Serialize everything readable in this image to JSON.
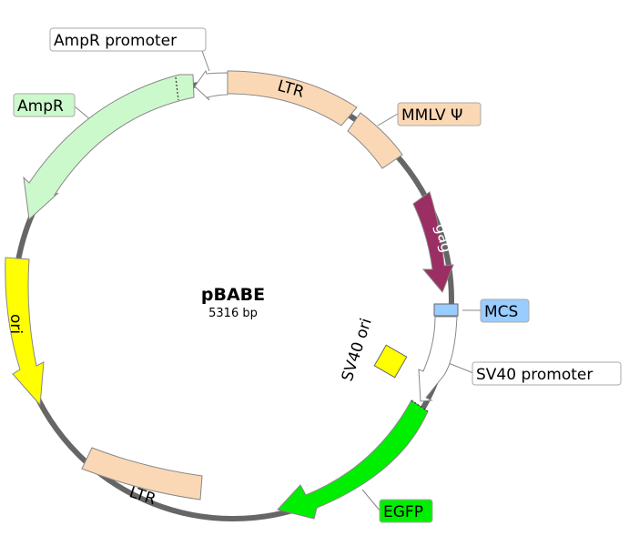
{
  "plasmid": {
    "name": "pBABE",
    "size": "5316 bp"
  },
  "features": {
    "ltr_top": "LTR",
    "ltr_bottom": "LTR",
    "gag": "gag",
    "ori": "ori",
    "sv40_ori": "SV40 ori"
  },
  "labels": {
    "ampr_promoter": "AmpR promoter",
    "ampr": "AmpR",
    "mmlv_psi": "MMLV Ψ",
    "mcs": "MCS",
    "sv40_promoter": "SV40 promoter",
    "egfp": "EGFP"
  },
  "colors": {
    "backbone": "#666666",
    "ltr": "#fbd8b5",
    "mmlv_psi": "#fbd8b5",
    "gag": "#9b2e63",
    "ampr": "#ccf9cc",
    "ori": "#ffff00",
    "mcs": "#99ccff",
    "egfp": "#00ee00",
    "promoter": "#ffffff",
    "sv40_ori": "#ffff00"
  }
}
